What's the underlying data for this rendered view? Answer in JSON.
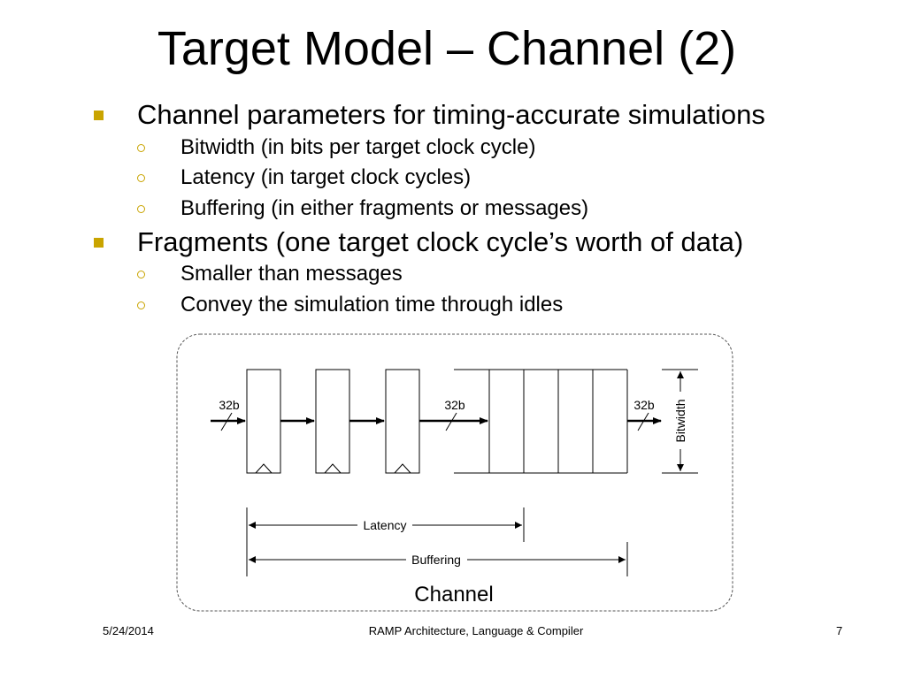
{
  "slide": {
    "title": "Target Model – Channel (2)"
  },
  "bullets": [
    {
      "text": "Channel parameters for timing-accurate simulations",
      "sub": [
        "Bitwidth (in bits per target clock cycle)",
        "Latency (in target clock cycles)",
        "Buffering (in either fragments or messages)"
      ]
    },
    {
      "text": "Fragments (one target clock cycle’s worth of data)",
      "sub": [
        "Smaller than messages",
        "Convey the simulation time through idles"
      ]
    }
  ],
  "diagram": {
    "labels": {
      "width_in": "32b",
      "width_mid": "32b",
      "width_out": "32b",
      "bitwidth": "Bitwidth",
      "latency": "Latency",
      "buffering": "Buffering",
      "caption": "Channel"
    },
    "pipeline_registers": 3,
    "buffer_slots": 4
  },
  "footer": {
    "date": "5/24/2014",
    "center": "RAMP Architecture, Language & Compiler",
    "page": "7"
  },
  "colors": {
    "bullet_accent": "#c9a400",
    "line": "#000000",
    "frame": "#555555"
  }
}
